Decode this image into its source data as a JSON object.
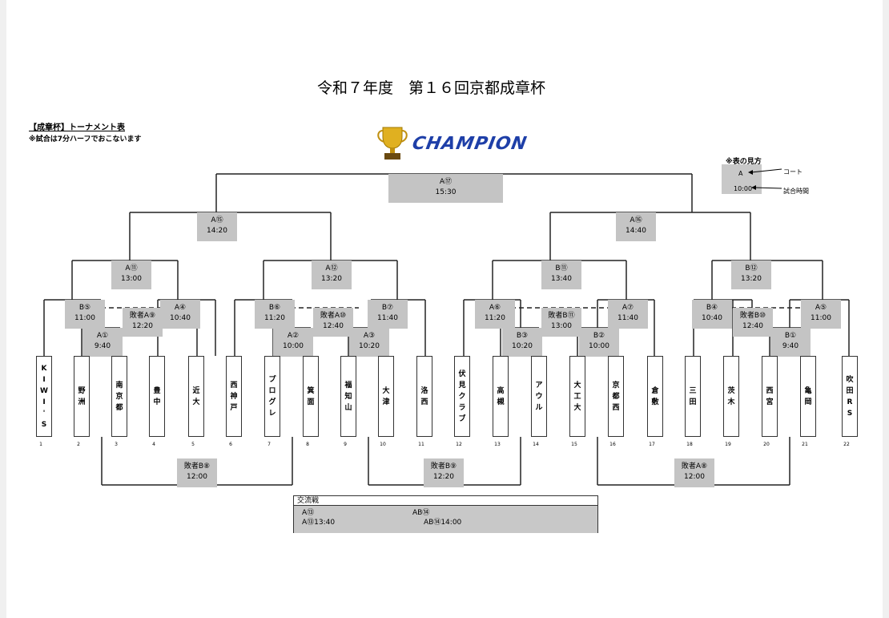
{
  "header": {
    "title": "令和７年度　第１６回京都成章杯",
    "note1": "【成章杯】トーナメント表",
    "note2": "※試合は7分ハーフでおこないます",
    "champion": "CHAMPION"
  },
  "legend": {
    "title": "※表の見方",
    "court": "A",
    "time": "10:00",
    "court_label": "コート",
    "time_label": "試合時間"
  },
  "teams": [
    {
      "n": "1",
      "name": "KIWI'S"
    },
    {
      "n": "2",
      "name": "野洲"
    },
    {
      "n": "3",
      "name": "南京都"
    },
    {
      "n": "4",
      "name": "豊中"
    },
    {
      "n": "5",
      "name": "近大"
    },
    {
      "n": "6",
      "name": "西神戸"
    },
    {
      "n": "7",
      "name": "プログレ"
    },
    {
      "n": "8",
      "name": "箕面"
    },
    {
      "n": "9",
      "name": "福知山"
    },
    {
      "n": "10",
      "name": "大津"
    },
    {
      "n": "11",
      "name": "洛西"
    },
    {
      "n": "12",
      "name": "伏見クラブ"
    },
    {
      "n": "13",
      "name": "高槻"
    },
    {
      "n": "14",
      "name": "アウル"
    },
    {
      "n": "15",
      "name": "大工大"
    },
    {
      "n": "16",
      "name": "京都西"
    },
    {
      "n": "17",
      "name": "倉敷"
    },
    {
      "n": "18",
      "name": "三田"
    },
    {
      "n": "19",
      "name": "茨木"
    },
    {
      "n": "20",
      "name": "西宮"
    },
    {
      "n": "21",
      "name": "亀岡"
    },
    {
      "n": "22",
      "name": "吹田RS"
    }
  ],
  "matches": [
    {
      "code": "A⑰",
      "time": "15:30"
    },
    {
      "code": "A⑮",
      "time": "14:20"
    },
    {
      "code": "A⑯",
      "time": "14:40"
    },
    {
      "code": "A⑪",
      "time": "13:00"
    },
    {
      "code": "A⑫",
      "time": "13:20"
    },
    {
      "code": "B⑪",
      "time": "13:40"
    },
    {
      "code": "B⑫",
      "time": "13:20"
    },
    {
      "code": "B⑤",
      "time": "11:00"
    },
    {
      "code": "A④",
      "time": "10:40"
    },
    {
      "code": "B⑥",
      "time": "11:20"
    },
    {
      "code": "B⑦",
      "time": "11:40"
    },
    {
      "code": "A⑥",
      "time": "11:20"
    },
    {
      "code": "A⑦",
      "time": "11:40"
    },
    {
      "code": "B④",
      "time": "10:40"
    },
    {
      "code": "A⑤",
      "time": "11:00"
    },
    {
      "code": "A①",
      "time": "9:40"
    },
    {
      "code": "A②",
      "time": "10:00"
    },
    {
      "code": "A③",
      "time": "10:20"
    },
    {
      "code": "B③",
      "time": "10:20"
    },
    {
      "code": "B②",
      "time": "10:00"
    },
    {
      "code": "B①",
      "time": "9:40"
    },
    {
      "code": "敗者A⑨",
      "time": "12:20"
    },
    {
      "code": "敗者A⑩",
      "time": "12:40"
    },
    {
      "code": "敗者B⑪",
      "time": "13:00"
    },
    {
      "code": "敗者B⑩",
      "time": "12:40"
    },
    {
      "code": "敗者B⑧",
      "time": "12:00"
    },
    {
      "code": "敗者B⑨",
      "time": "12:20"
    },
    {
      "code": "敗者A⑧",
      "time": "12:00"
    }
  ],
  "exchange": {
    "title": "交流戦",
    "m1_code": "A⑬",
    "m1_detail": "A⑬13:40",
    "m2_code": "AB⑭",
    "m2_detail": "AB⑭14:00"
  }
}
